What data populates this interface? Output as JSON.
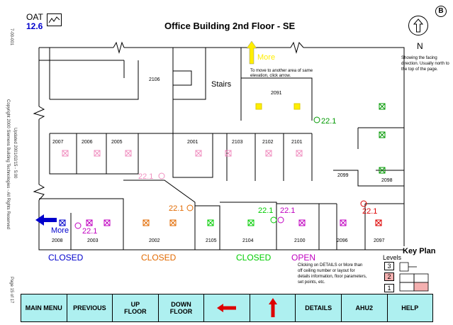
{
  "header": {
    "oat_label": "OAT",
    "oat_value": "12.6",
    "title": "Office Building 2nd Floor - SE",
    "badge": "B"
  },
  "compass": {
    "north": "N",
    "orientation_note": "Showing the facing direction. Usually north to the top of the page."
  },
  "side_text": {
    "left_top": "7-00-001",
    "left_copyright": "Copyright 2000 Siemens Building Technologies - All Rights Reserved",
    "left_mid": "Updated 2001/02/15 - 5:00",
    "left_bottom": "Page 15 of 17"
  },
  "plan": {
    "more_up": "More",
    "more_left": "More",
    "move_note": "To move to another area of same elevation, click arrow.",
    "stairs": "Stairs",
    "rooms": [
      "2106",
      "2091",
      "2007",
      "2006",
      "2005",
      "2001",
      "2103",
      "2102",
      "2101",
      "2099",
      "2098",
      "2008",
      "2003",
      "2002",
      "2105",
      "2104",
      "2100",
      "2096",
      "2097"
    ],
    "temps": {
      "t2091": "22.1",
      "t2002": "22.1",
      "t2105": "22.1",
      "t2104": "22.1",
      "t2100": "22.1",
      "t2097": "22.1",
      "t2003": "22.1"
    }
  },
  "status": {
    "s1": "CLOSED",
    "s2": "CLOSED",
    "s3": "CLOSED",
    "s4": "OPEN"
  },
  "click_note": "Clicking on DETAILS or More than off ceiling number or layout for details information, floor parameters, set points, etc.",
  "keyplan": {
    "title": "Key Plan",
    "levels_label": "Levels",
    "levels": [
      "3",
      "2",
      "1"
    ],
    "current_level": "2"
  },
  "nav": {
    "main_menu": "MAIN MENU",
    "previous": "PREVIOUS",
    "up_floor": "UP\nFLOOR",
    "down_floor": "DOWN\nFLOOR",
    "details": "DETAILS",
    "ahu2": "AHU2",
    "help": "HELP"
  },
  "colors": {
    "blue": "#0000cc",
    "orange": "#e26a00",
    "green": "#00cc00",
    "purple": "#c000c0",
    "pink": "#f090c0",
    "yellow": "#ffee00",
    "red": "#dd0000",
    "darkgreen": "#009900",
    "button_bg": "#aef0f0"
  }
}
